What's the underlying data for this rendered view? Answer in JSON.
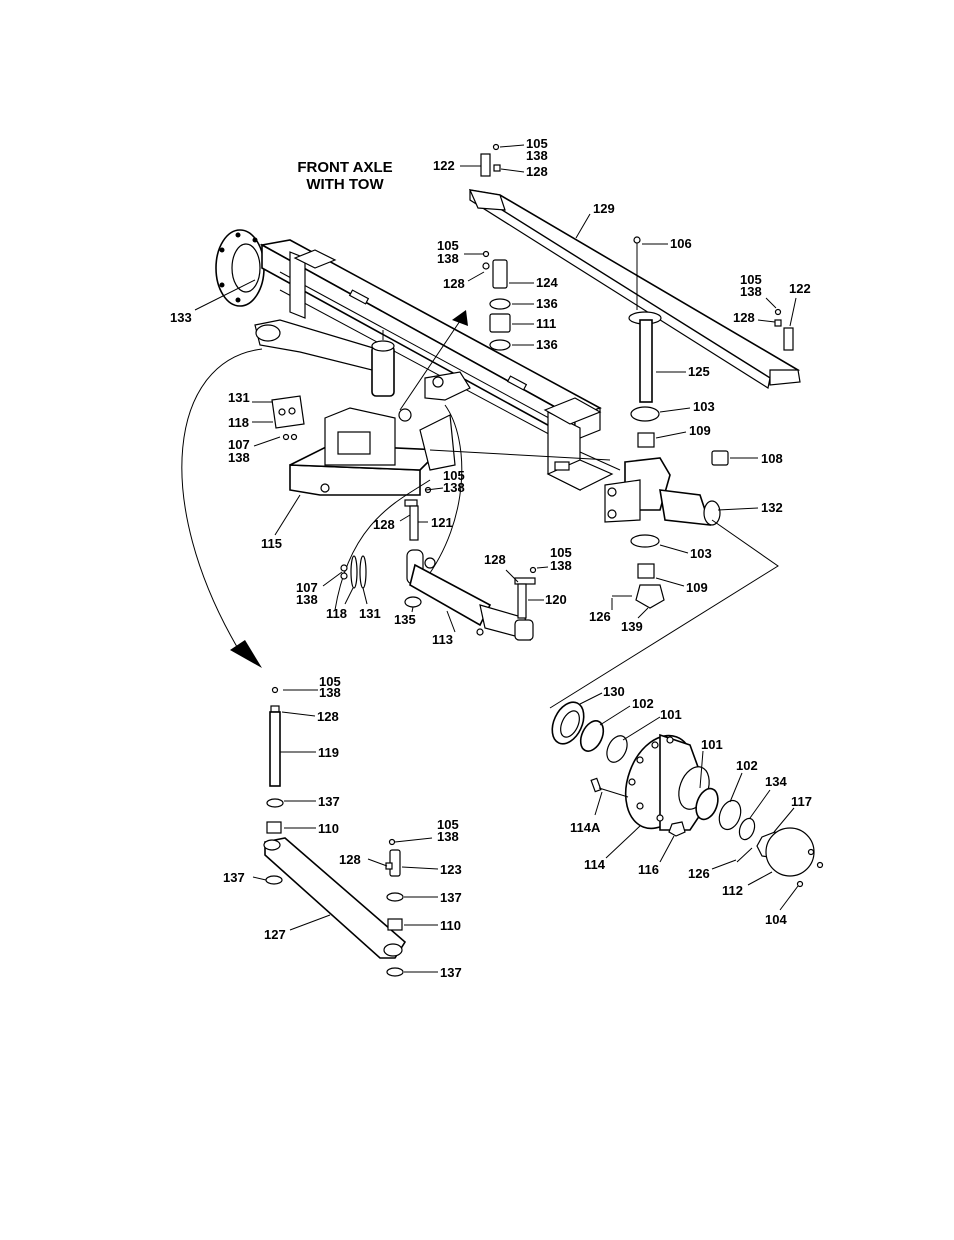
{
  "title_line1": "FRONT AXLE",
  "title_line2": "WITH TOW",
  "labels": [
    "105",
    "138",
    "122",
    "128",
    "129",
    "106",
    "105",
    "138",
    "128",
    "124",
    "136",
    "111",
    "136",
    "105",
    "138",
    "122",
    "128",
    "133",
    "125",
    "131",
    "118",
    "107",
    "138",
    "103",
    "109",
    "108",
    "132",
    "105",
    "138",
    "128",
    "121",
    "115",
    "103",
    "128",
    "105",
    "138",
    "107",
    "138",
    "120",
    "109",
    "118",
    "131",
    "135",
    "113",
    "126",
    "139",
    "105",
    "138",
    "128",
    "130",
    "102",
    "101",
    "119",
    "101",
    "102",
    "134",
    "117",
    "137",
    "114A",
    "110",
    "105",
    "138",
    "128",
    "123",
    "114",
    "116",
    "126",
    "137",
    "112",
    "137",
    "104",
    "110",
    "127",
    "137"
  ]
}
